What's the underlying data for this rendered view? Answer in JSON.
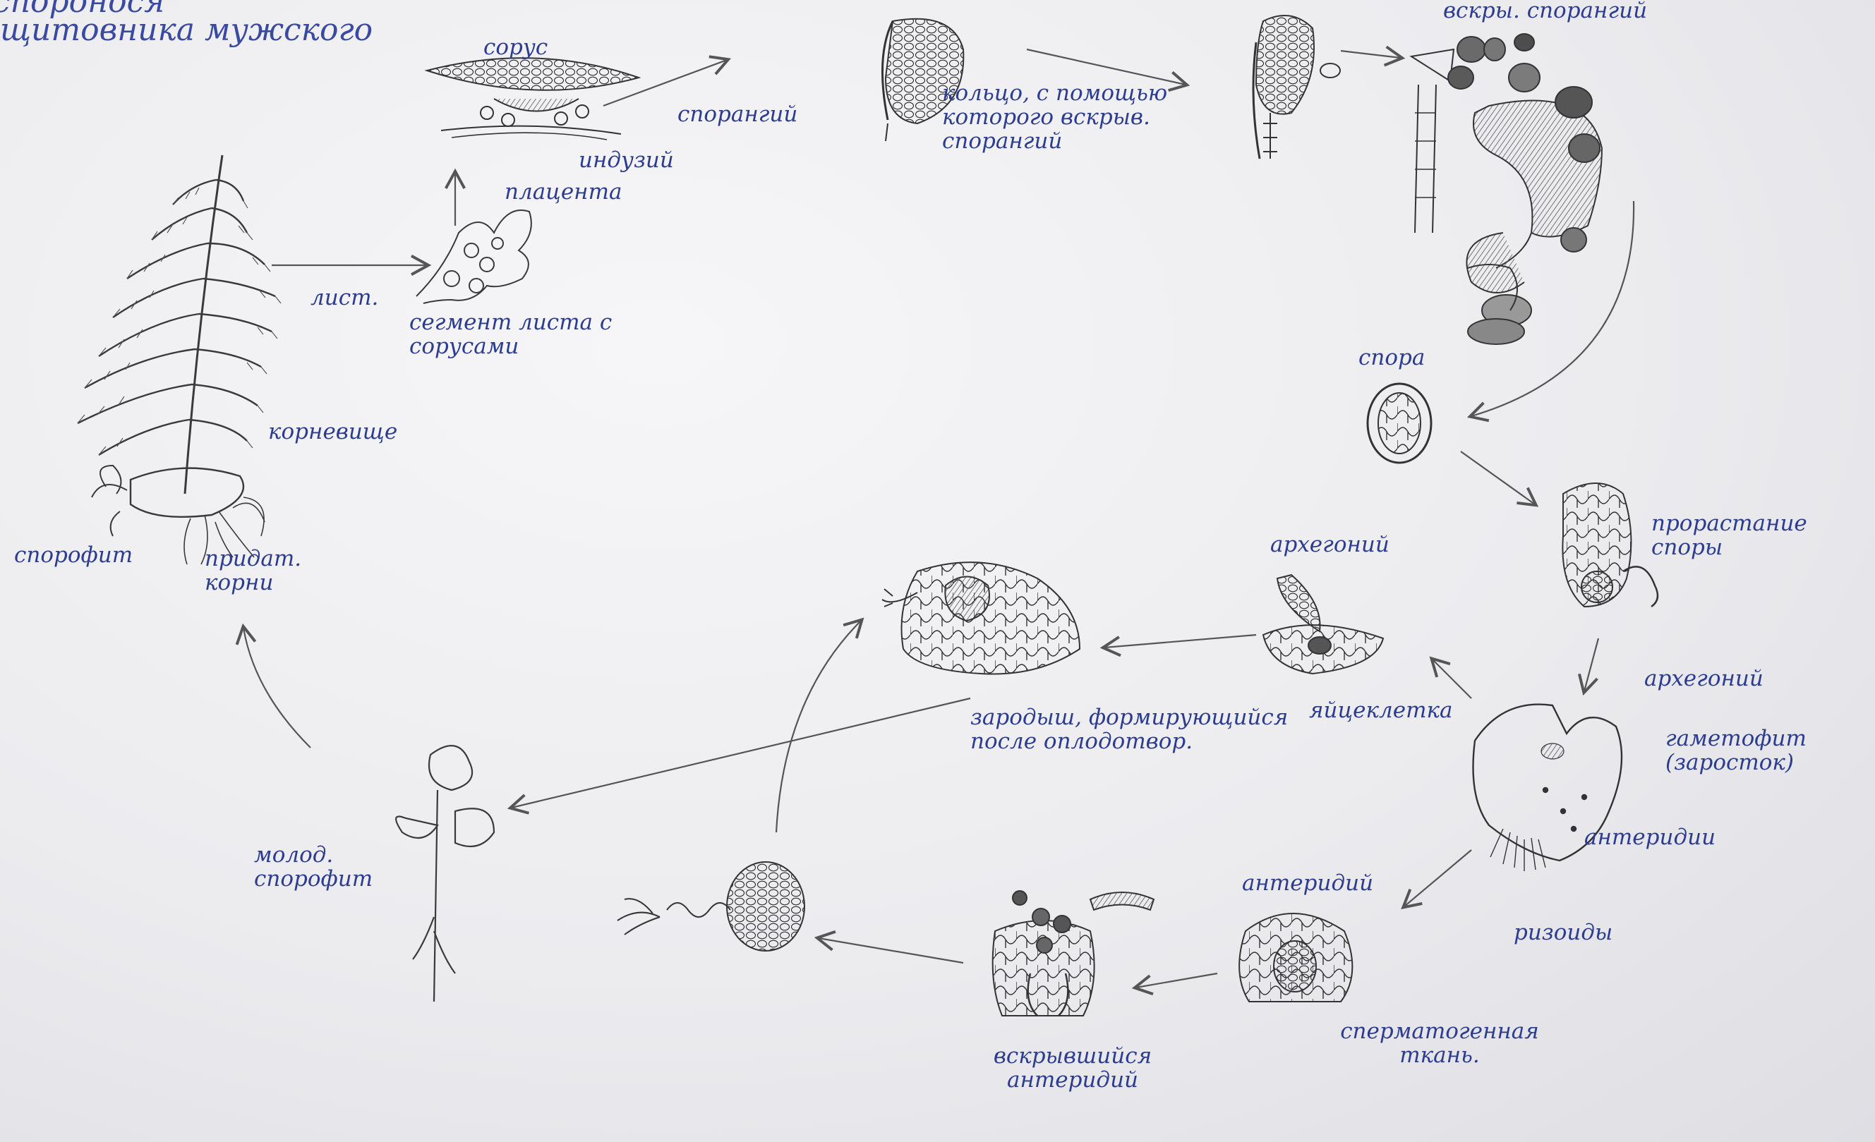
{
  "title": {
    "line1": "споронося",
    "line2": "щитовника мужского"
  },
  "labels": {
    "sorus": "сорус",
    "sporangium": "спорангий",
    "indusium": "индузий",
    "placenta": "плацента",
    "annulus": "кольцо, с помощью которого вскрыв. спорангий",
    "opened_sporangium": "вскры. спорангий",
    "leaf": "лист.",
    "leaf_segment": "сегмент листа с сорусами",
    "rhizome": "корневище",
    "sporophyte": "спорофит",
    "adventitious_roots": "придат. корни",
    "spore": "спора",
    "spore_germination": "прорастание споры",
    "archegonium_top": "архегоний",
    "archegonium_right": "архегоний",
    "gametophyte": "гаметофит (заросток)",
    "egg_cell": "яйцеклетка",
    "embryo": "зародыш, формирующийся после оплодотвор.",
    "antheridium_right": "антеридии",
    "rhizoids": "ризоиды",
    "antheridium": "антеридий",
    "spermatogenic_tissue": "сперматогенная ткань.",
    "opened_antheridium": "вскрывшийся антеридий",
    "young_sporophyte": "молод. спорофит"
  },
  "colors": {
    "ink": "#2c3c8f",
    "pencil": "#3a3a3a",
    "paper": "#ececef"
  }
}
